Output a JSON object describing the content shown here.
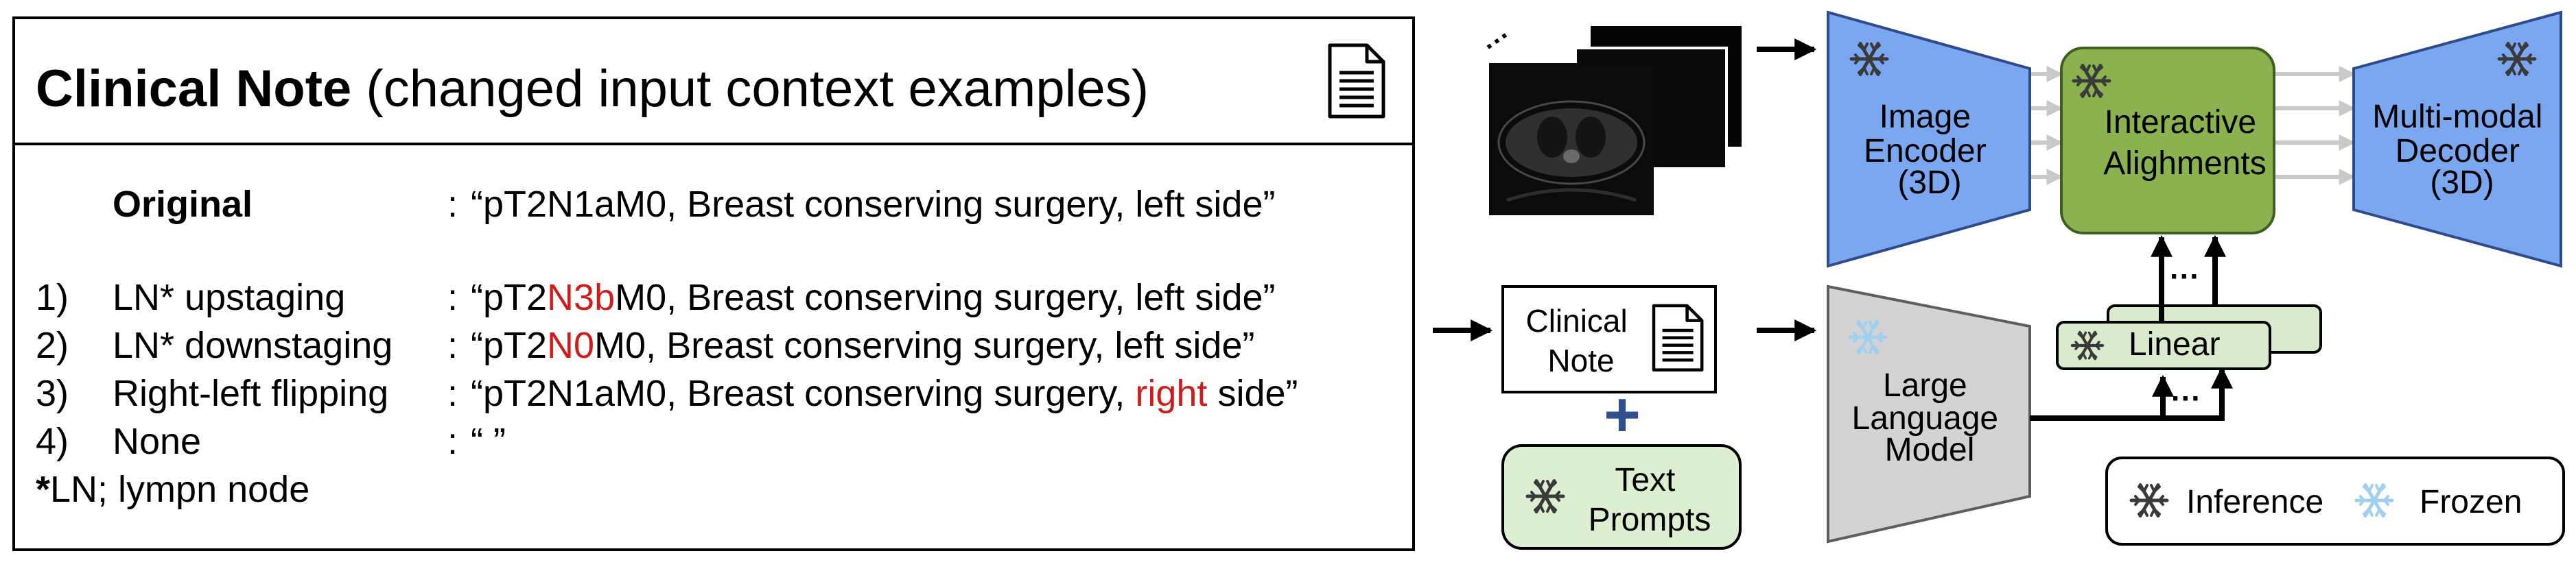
{
  "note_panel": {
    "title_bold": "Clinical Note",
    "title_rest": " (changed input context examples)",
    "original": {
      "label": "Original",
      "colon": ":",
      "value": "“pT2N1aM0, Breast conserving surgery, left side”"
    },
    "examples": [
      {
        "num": "1)",
        "label": "LN* upstaging",
        "colon": ":",
        "pre": "“pT2",
        "hl": "N3b",
        "post": "M0, Breast conserving surgery, left side”"
      },
      {
        "num": "2)",
        "label": "LN* downstaging",
        "colon": ":",
        "pre": "“pT2",
        "hl": "N0",
        "post": "M0, Breast conserving surgery, left side”"
      },
      {
        "num": "3)",
        "label": "Right-left flipping",
        "colon": ":",
        "pre": "“pT2N1aM0, Breast conserving surgery, ",
        "hl": "right",
        "post": " side”"
      },
      {
        "num": "4)",
        "label": "None",
        "colon": ":",
        "pre": "“ ”",
        "hl": "",
        "post": ""
      }
    ],
    "footnote_star": "*",
    "footnote_text": "LN; lympn node",
    "highlight_color": "#d11a1a"
  },
  "diagram": {
    "image_encoder": [
      "Image",
      "Encoder",
      "(3D)"
    ],
    "interactive": [
      "Interactive",
      "Alighments"
    ],
    "decoder": [
      "Multi-modal",
      "Decoder",
      "(3D)"
    ],
    "clinical_note": [
      "Clinical",
      "Note"
    ],
    "plus": "+",
    "text_prompts": [
      "Text",
      "Prompts"
    ],
    "llm": [
      "Large",
      "Language",
      "Model"
    ],
    "linear": "Linear",
    "ellipsis": "···",
    "legend": {
      "inference": "Inference",
      "frozen": "Frozen"
    },
    "colors": {
      "encoder_blue": "#7aa7f0",
      "interactive_green": "#8ab24f",
      "linear_green": "#d9ebcc",
      "prompt_green": "#dcefd0",
      "llm_gray": "#d3d3d3",
      "snow_dark": "#3a3a3a",
      "snow_light": "#9fd0ef"
    }
  }
}
